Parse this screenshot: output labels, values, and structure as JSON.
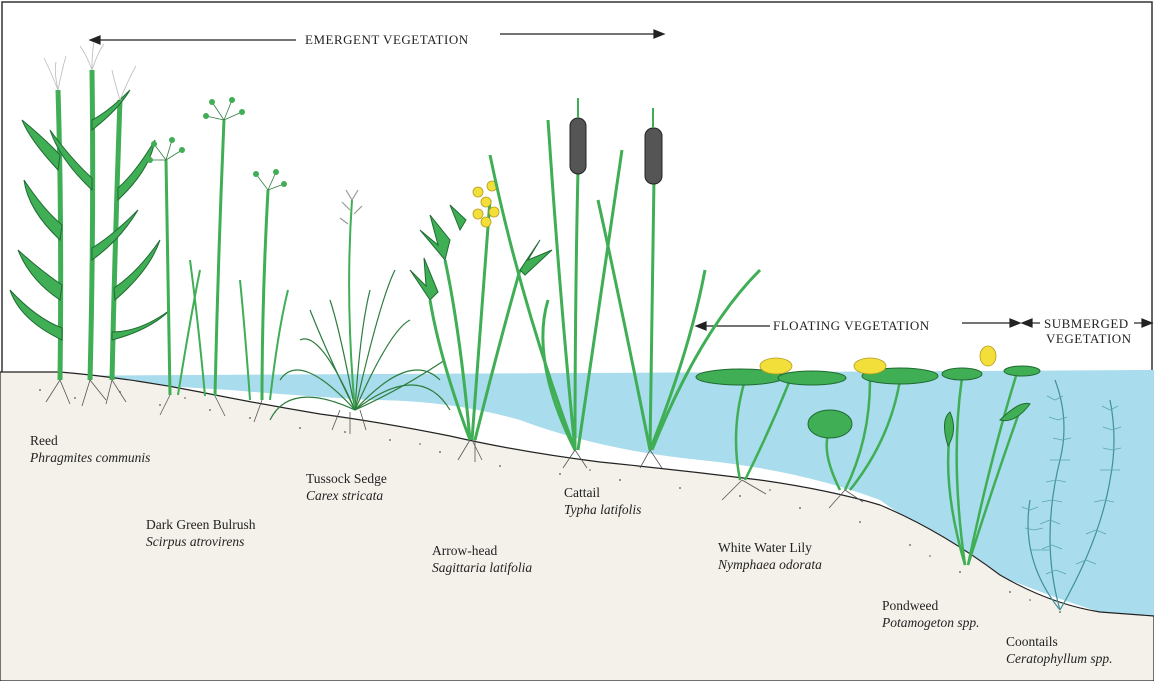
{
  "zones": {
    "emergent": "EMERGENT VEGETATION",
    "floating": "FLOATING VEGETATION",
    "submerged_line1": "SUBMERGED",
    "submerged_line2": "VEGETATION"
  },
  "plants": [
    {
      "common": "Reed",
      "latin": "Phragmites communis",
      "icon": "reed-plant"
    },
    {
      "common": "Dark Green Bulrush",
      "latin": "Scirpus atrovirens",
      "icon": "bulrush-plant"
    },
    {
      "common": "Tussock Sedge",
      "latin": "Carex stricata",
      "icon": "sedge-plant"
    },
    {
      "common": "Arrow-head",
      "latin": "Sagittaria latifolia",
      "icon": "arrowhead-plant"
    },
    {
      "common": "Cattail",
      "latin": "Typha latifolis",
      "icon": "cattail-plant"
    },
    {
      "common": "White Water Lily",
      "latin": "Nymphaea odorata",
      "icon": "water-lily-plant"
    },
    {
      "common": "Pondweed",
      "latin": "Potamogeton spp.",
      "icon": "pondweed-plant"
    },
    {
      "common": "Coontails",
      "latin": "Ceratophyllum spp.",
      "icon": "coontail-plant"
    }
  ],
  "colors": {
    "water": "#a9dcec",
    "plant_green": "#3fae55",
    "plant_dark": "#1f6b32",
    "flower_yellow": "#f3df3a",
    "soil": "#f4f1ea"
  }
}
